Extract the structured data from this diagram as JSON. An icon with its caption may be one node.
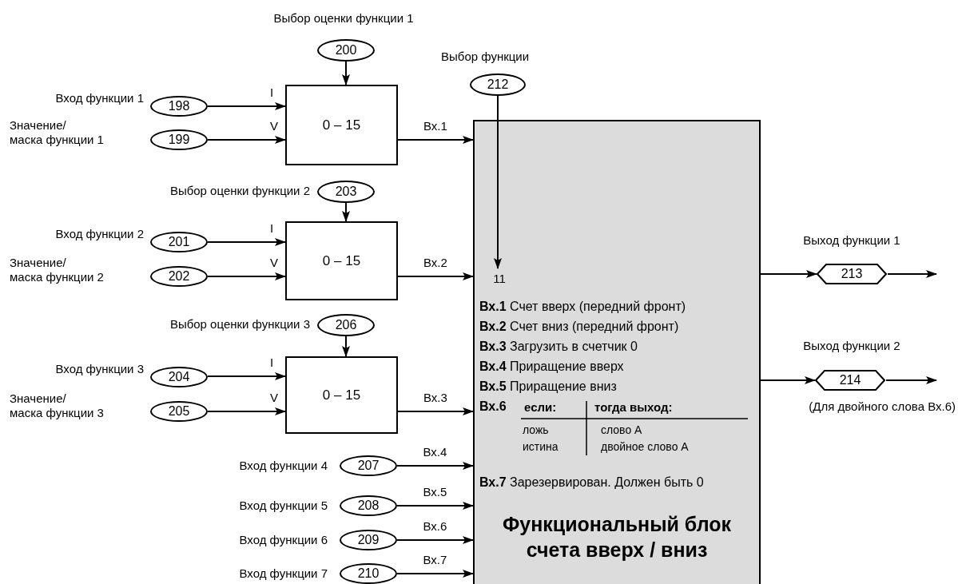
{
  "diagram": {
    "nodes": [
      {
        "text": [
          "200"
        ],
        "beside": [
          "Выбор оценки функции 1"
        ]
      },
      {
        "text": [
          "198"
        ],
        "beside": [
          "Вход функции 1"
        ]
      },
      {
        "text": [
          "199"
        ],
        "beside": [
          "Значение/ маска функции 1"
        ]
      },
      {
        "text": [
          "0 – 15"
        ]
      },
      {
        "text": [
          "212"
        ],
        "beside": [
          "Выбор функции"
        ]
      },
      {
        "text": [
          "**Вх.1** Счет вверх (передний фронт)",
          "**Вх.2** Счет вниз (передний фронт)",
          "**Вх.3** Загрузить в счетчик 0",
          "**Вх.4** Приращение вверх",
          "**Вх.5** Приращение вниз",
          "**Вх.6**",
          "**Вх.7** Зарезервирован. Должен быть 0",
          "Функциональный блок счета вверх / вниз"
        ]
      },
      {
        "text": [
          "11"
        ],
        "in": 5
      },
      {
        "text": [
          "203"
        ],
        "beside": [
          "Выбор оценки функции 2"
        ]
      },
      {
        "text": [
          "201"
        ],
        "beside": [
          "Вход функции 2"
        ]
      },
      {
        "text": [
          "202"
        ],
        "beside": [
          "Значение/ маска функции 2"
        ]
      },
      {
        "text": [
          "0 – 15"
        ]
      },
      {
        "text": [
          "213"
        ],
        "beside": [
          "Выход функции 1"
        ]
      },
      {
        "text": [
          "206"
        ],
        "beside": [
          "Выбор оценки функции 3"
        ]
      },
      {
        "text": [
          "204"
        ],
        "beside": [
          "Вход функции 3"
        ]
      },
      {
        "text": [
          "205"
        ],
        "beside": [
          "Значение/ маска функции 3"
        ]
      },
      {
        "text": [
          "0 – 15"
        ]
      },
      {
        "text": [
          "214"
        ],
        "beside": [
          "Выход функции 2"
        ]
      },
      {
        "text": [
          "207"
        ],
        "beside": [
          "Вход функции 4"
        ]
      },
      {
        "text": [
          "208"
        ],
        "beside": [
          "Вход функции 5"
        ]
      },
      {
        "text": [
          "209"
        ],
        "beside": [
          "Вход функции 6"
        ]
      },
      {
        "text": [
          "210"
        ],
        "beside": [
          "Вход функции 7"
        ]
      }
    ],
    "edges": [
      {
        "from": 0,
        "to": 3,
        "arrow": "to"
      },
      {
        "from": 1,
        "to": 3,
        "arrow": "to",
        "label": "I"
      },
      {
        "from": 2,
        "to": 3,
        "arrow": "to",
        "label": "V"
      },
      {
        "from": 3,
        "to": 5,
        "arrow": "to",
        "label": "Вх.1"
      },
      {
        "from": 4,
        "to": 6,
        "arrow": "to"
      },
      {
        "from": 7,
        "to": 10,
        "arrow": "to"
      },
      {
        "from": 8,
        "to": 10,
        "arrow": "to",
        "label": "I"
      },
      {
        "from": 9,
        "to": 10,
        "arrow": "to",
        "label": "V"
      },
      {
        "from": 10,
        "to": 5,
        "arrow": "to",
        "label": "Вх.2"
      },
      {
        "from": 5,
        "to": 11,
        "arrow": "to"
      },
      {
        "from": 11,
        "to": null,
        "arrow": "to"
      },
      {
        "from": 12,
        "to": 15,
        "arrow": "to"
      },
      {
        "from": 13,
        "to": 15,
        "arrow": "to",
        "label": "I"
      },
      {
        "from": 14,
        "to": 15,
        "arrow": "to",
        "label": "V"
      },
      {
        "from": 15,
        "to": 5,
        "arrow": "to",
        "label": "Вх.3"
      },
      {
        "from": 5,
        "to": 16,
        "arrow": "to"
      },
      {
        "from": 16,
        "to": null,
        "arrow": "to"
      },
      {
        "from": 17,
        "to": 5,
        "arrow": "to",
        "label": "Вх.4"
      },
      {
        "from": 18,
        "to": 5,
        "arrow": "to",
        "label": "Вх.5"
      },
      {
        "from": 19,
        "to": 5,
        "arrow": "to",
        "label": "Вх.6"
      },
      {
        "from": 20,
        "to": 5,
        "arrow": "to",
        "label": "Вх.7"
      }
    ],
    "labels": [
      "(Для двойного слова Вх.6)",
      "если:",
      "тогда выход:",
      "ложь",
      "слово А",
      "истина",
      "двойное слово А"
    ]
  }
}
